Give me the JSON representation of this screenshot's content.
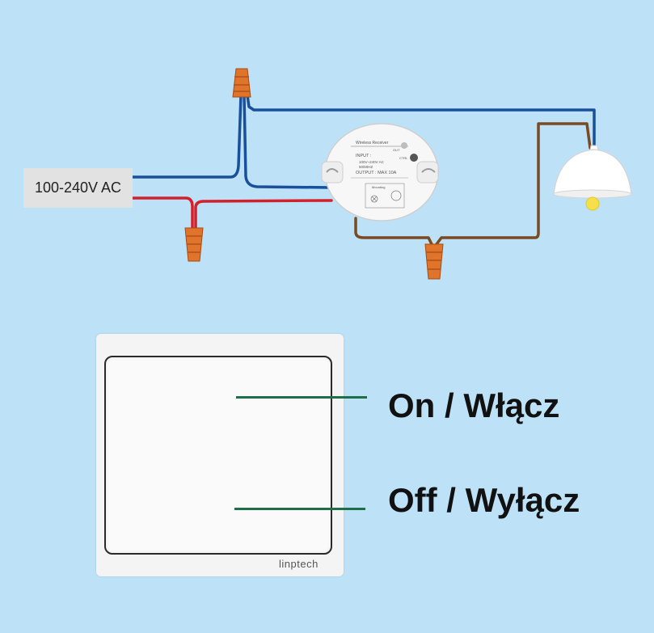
{
  "power_source": {
    "label": "100-240V AC"
  },
  "receiver": {
    "title": "Wireless Receiver",
    "input_label": "INPUT :",
    "input_voltage": "100V~240V AC",
    "input_freq": "50/60HZ",
    "output_label": "OUTPUT : MAX 10A",
    "mounting_label": "Mounting",
    "led_label": "OUT",
    "button_label": "CTRL"
  },
  "switch": {
    "brand": "linptech",
    "on_label": "On / Włącz",
    "off_label": "Off / Wyłącz"
  },
  "colors": {
    "background": "#bde2f8",
    "wire_neutral": "#1a4f9c",
    "wire_live": "#d4202a",
    "wire_switched": "#7a4a22",
    "connector": "#e0742a"
  }
}
